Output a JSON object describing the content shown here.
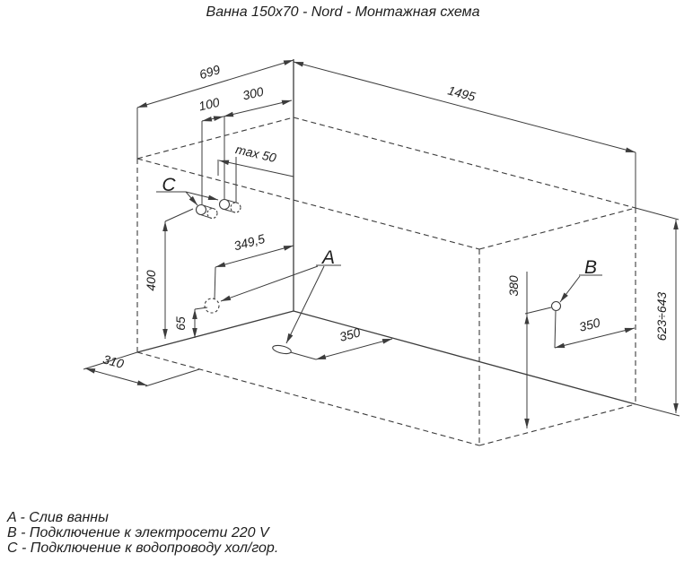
{
  "title": "Ванна 150x70 - Nord - Монтажная схема",
  "dimensions": {
    "top_width": "699",
    "top_length": "1495",
    "pipe_spacing": "100",
    "pipe_offset": "300",
    "pipe_protrusion": "max 50",
    "drain_offset": "349,5",
    "pipe_height": "400",
    "drain_height": "65",
    "floor_depth": "310",
    "drain_floor": "350",
    "power_offset": "350",
    "power_height": "380",
    "rim_height": "623÷643"
  },
  "labels": {
    "a": "A",
    "b": "B",
    "c": "C"
  },
  "legend": {
    "line_a": "A - Слив ванны",
    "line_b": "B - Подключение к электросети 220 V",
    "line_c": "C - Подключение к водопроводу хол/гор."
  },
  "colors": {
    "line": "#3c3c3c",
    "text": "#1d1d1d",
    "background": "#ffffff"
  }
}
